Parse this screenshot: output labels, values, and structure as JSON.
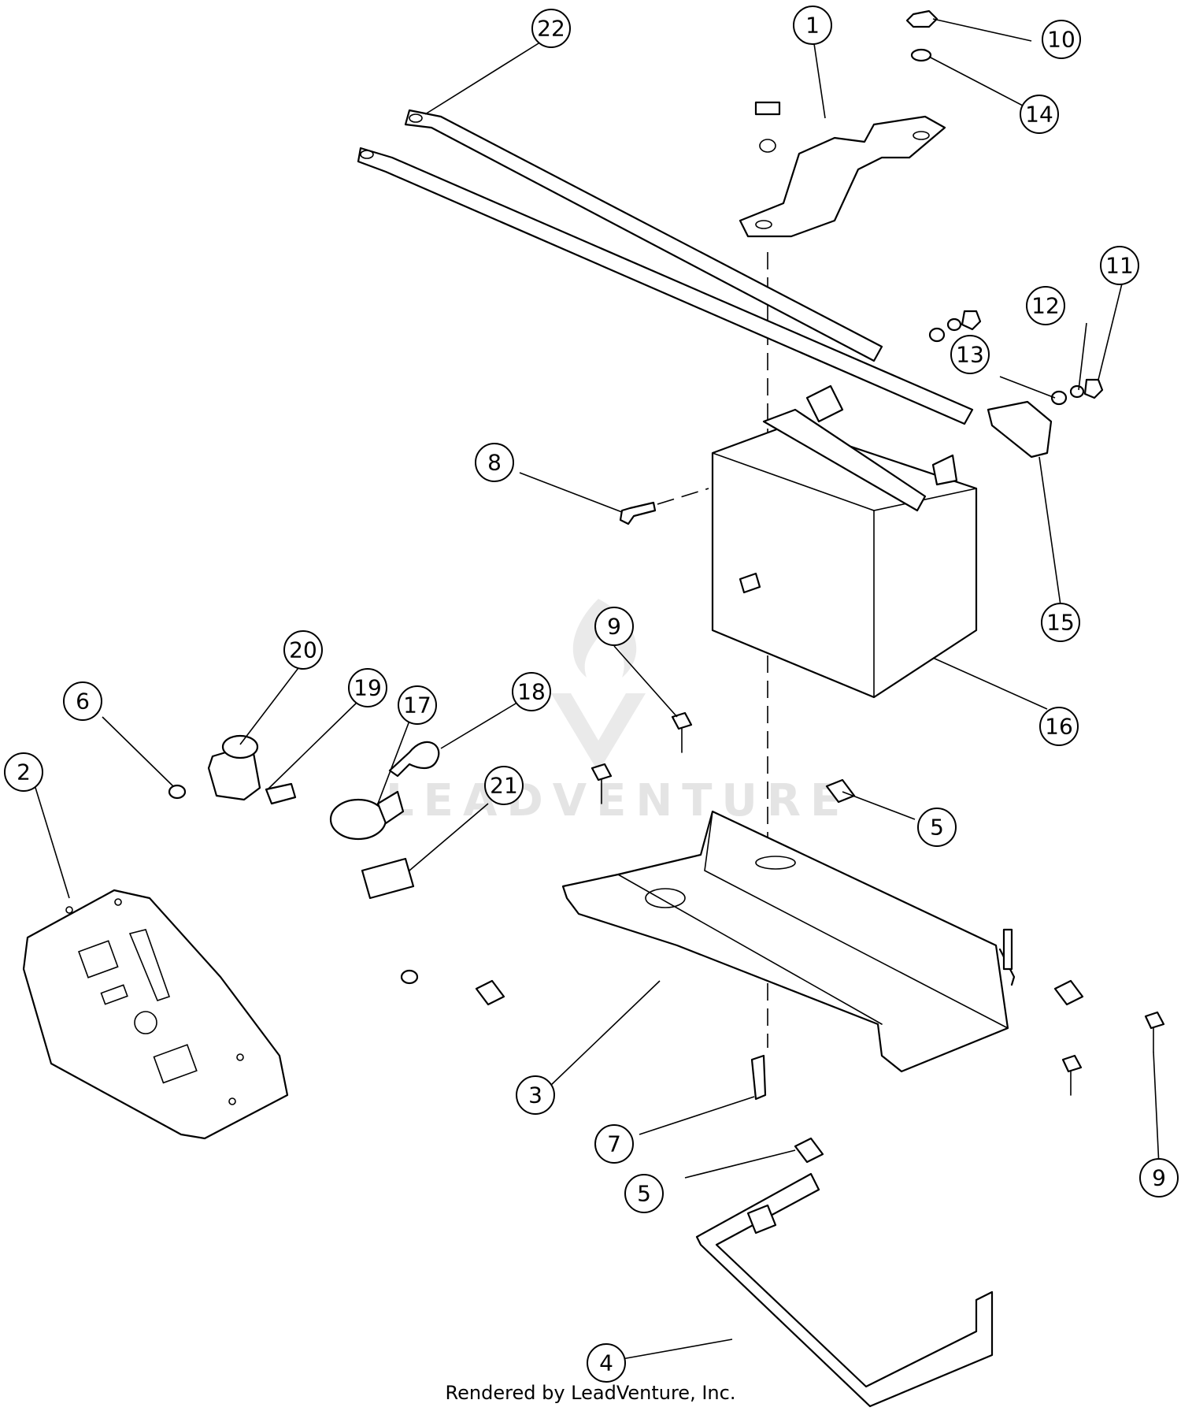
{
  "diagram": {
    "callouts": [
      {
        "id": "c1",
        "label": "1"
      },
      {
        "id": "c2",
        "label": "2"
      },
      {
        "id": "c3",
        "label": "3"
      },
      {
        "id": "c4",
        "label": "4"
      },
      {
        "id": "c5a",
        "label": "5"
      },
      {
        "id": "c5b",
        "label": "5"
      },
      {
        "id": "c6",
        "label": "6"
      },
      {
        "id": "c7",
        "label": "7"
      },
      {
        "id": "c8",
        "label": "8"
      },
      {
        "id": "c9a",
        "label": "9"
      },
      {
        "id": "c9b",
        "label": "9"
      },
      {
        "id": "c10",
        "label": "10"
      },
      {
        "id": "c11",
        "label": "11"
      },
      {
        "id": "c12",
        "label": "12"
      },
      {
        "id": "c13",
        "label": "13"
      },
      {
        "id": "c14",
        "label": "14"
      },
      {
        "id": "c15",
        "label": "15"
      },
      {
        "id": "c16",
        "label": "16"
      },
      {
        "id": "c17",
        "label": "17"
      },
      {
        "id": "c18",
        "label": "18"
      },
      {
        "id": "c19",
        "label": "19"
      },
      {
        "id": "c20",
        "label": "20"
      },
      {
        "id": "c21",
        "label": "21"
      },
      {
        "id": "c22",
        "label": "22"
      }
    ],
    "watermark_text": "LEADVENTURE"
  },
  "footer": {
    "credit": "Rendered by LeadVenture, Inc."
  }
}
